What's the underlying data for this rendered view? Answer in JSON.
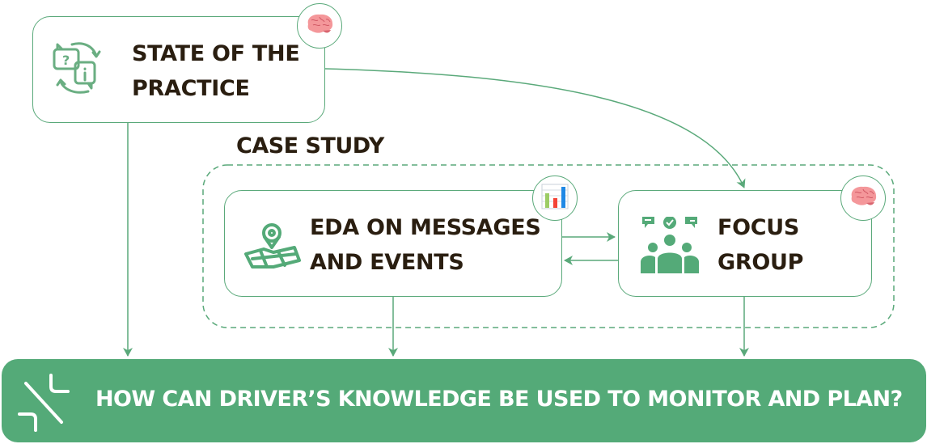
{
  "nodes": {
    "state_of_practice": {
      "line1": "STATE OF THE",
      "line2": "PRACTICE",
      "badge_icon": "brain-icon",
      "icon": "question-info-exchange-icon"
    },
    "eda": {
      "line1": "EDA ON MESSAGES",
      "line2": "AND EVENTS",
      "badge_icon": "bar-chart-icon",
      "icon": "map-pin-icon"
    },
    "focus_group": {
      "line1": "FOCUS",
      "line2": "GROUP",
      "badge_icon": "brain-icon",
      "icon": "group-discussion-icon"
    }
  },
  "group": {
    "title": "CASE STUDY"
  },
  "question": {
    "text": "HOW CAN DRIVER’S KNOWLEDGE BE USED TO MONITOR AND PLAN?",
    "icon": "merge-arrows-icon"
  },
  "colors": {
    "accent": "#54aa78",
    "stroke": "#5aa97a",
    "text": "#2a1e10",
    "brain": "#f08a8e"
  }
}
